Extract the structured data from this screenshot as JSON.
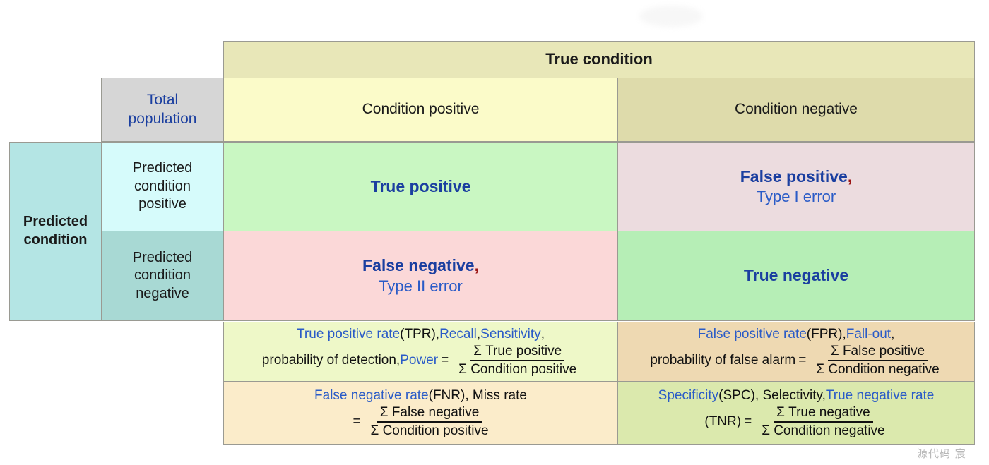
{
  "matrix": {
    "true_condition_header": "True condition",
    "total_population": {
      "line1": "Total",
      "line2": "population"
    },
    "condition_positive": "Condition positive",
    "condition_negative": "Condition negative",
    "predicted_condition": {
      "line1": "Predicted",
      "line2": "condition"
    },
    "predicted_condition_positive": {
      "line1": "Predicted",
      "line2": "condition",
      "line3": "positive"
    },
    "predicted_condition_negative": {
      "line1": "Predicted",
      "line2": "condition",
      "line3": "negative"
    },
    "true_positive": "True positive",
    "false_positive": {
      "main": "False positive",
      "comma": ",",
      "sub": "Type I error"
    },
    "false_negative": {
      "main": "False negative",
      "comma": ",",
      "sub": "Type II error"
    },
    "true_negative": "True negative"
  },
  "formulas": {
    "tpr": {
      "line1_a": "True positive rate",
      "line1_b": " (TPR), ",
      "line1_c": "Recall",
      "line1_d": ", ",
      "line1_e": "Sensitivity",
      "line1_f": ",",
      "line2_a": "probability of detection, ",
      "line2_b": "Power",
      "equals": "=",
      "numerator": "Σ True positive",
      "denominator": "Σ Condition positive"
    },
    "fpr": {
      "line1_a": "False positive rate",
      "line1_b": " (FPR), ",
      "line1_c": "Fall-out",
      "line1_d": ",",
      "line2_a": "probability of false alarm ",
      "equals": "=",
      "numerator": "Σ False positive",
      "denominator": "Σ Condition negative"
    },
    "fnr": {
      "line1_a": "False negative rate",
      "line1_b": " (FNR), Miss rate",
      "equals": "=",
      "numerator": "Σ False negative",
      "denominator": "Σ Condition positive"
    },
    "spc": {
      "line1_a": "Specificity",
      "line1_b": " (SPC), Selectivity, ",
      "line1_c": "True negative rate",
      "line2_a": "(TNR) ",
      "equals": "=",
      "numerator": "Σ True negative",
      "denominator": "Σ Condition negative"
    }
  },
  "watermark": "源代码  宸",
  "colors": {
    "accent_blue": "#1b3fa0",
    "link_blue": "#2a5bc7",
    "comma_red": "#9b1515",
    "header_khaki": "#e8e7b8",
    "condition_positive_bg": "#fbfbc9",
    "condition_negative_bg": "#dedbab",
    "total_population_bg": "#d6d6d6",
    "predicted_condition_bg": "#b4e5e4",
    "true_positive_bg": "#c9f7c2",
    "false_positive_bg": "#ecdcdf",
    "false_negative_bg": "#fbd8d8",
    "true_negative_bg": "#b6eeb6",
    "border": "#9a9a92"
  }
}
